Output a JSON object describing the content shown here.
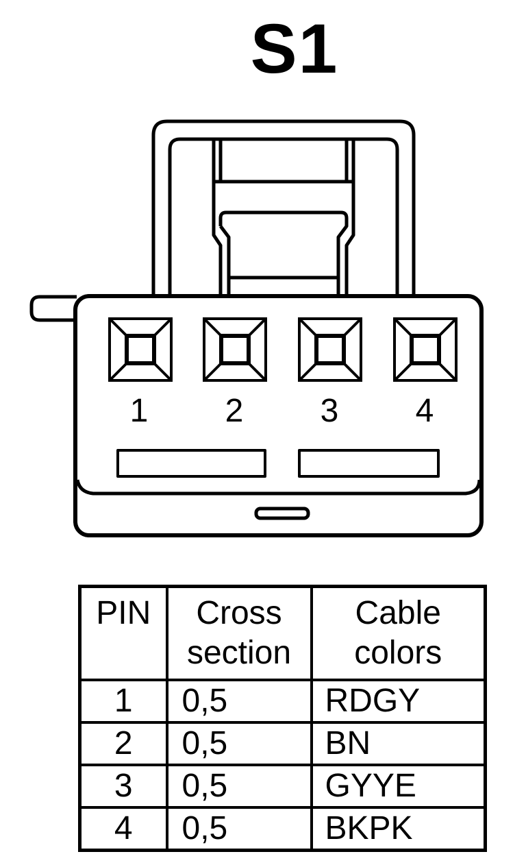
{
  "title": "S1",
  "pin_labels": [
    "1",
    "2",
    "3",
    "4"
  ],
  "table": {
    "headers": [
      {
        "line1": "PIN",
        "line2": ""
      },
      {
        "line1": "Cross",
        "line2": "section"
      },
      {
        "line1": "Cable",
        "line2": "colors"
      }
    ],
    "rows": [
      {
        "pin": "1",
        "cross_section": "0,5",
        "color": "RDGY"
      },
      {
        "pin": "2",
        "cross_section": "0,5",
        "color": "BN"
      },
      {
        "pin": "3",
        "cross_section": "0,5",
        "color": "GYYE"
      },
      {
        "pin": "4",
        "cross_section": "0,5",
        "color": "BKPK"
      }
    ]
  }
}
